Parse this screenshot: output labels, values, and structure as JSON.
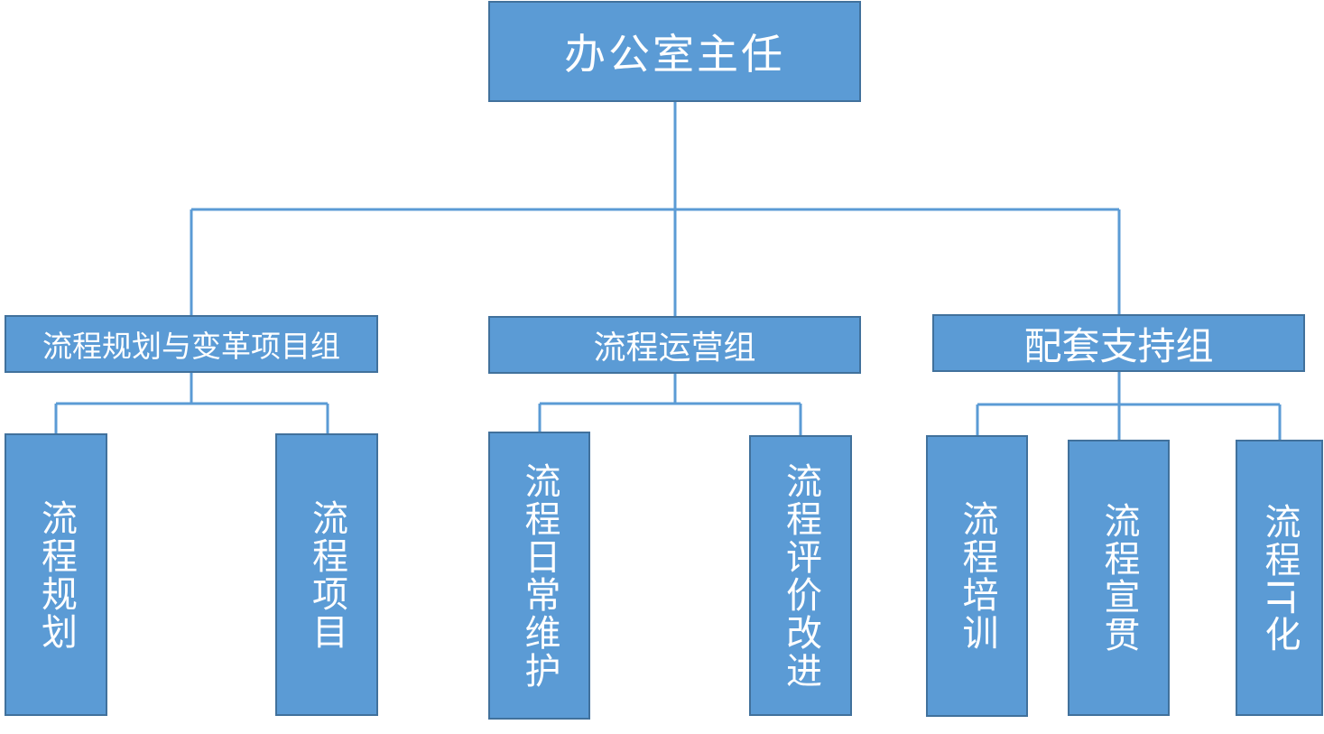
{
  "org_chart": {
    "root": {
      "label": "办公室主任"
    },
    "groups": [
      {
        "label": "流程规划与变革项目组",
        "children": [
          "流程规划",
          "流程项目"
        ]
      },
      {
        "label": "流程运营组",
        "children": [
          "流程日常维护",
          "流程评价改进"
        ]
      },
      {
        "label": "配套支持组",
        "children": [
          "流程培训",
          "流程宣贯",
          "流程IT化"
        ]
      }
    ]
  },
  "colors": {
    "box_fill": "#5b9bd5",
    "box_border": "#41719c",
    "connector": "#5b9bd5",
    "text": "#ffffff"
  }
}
